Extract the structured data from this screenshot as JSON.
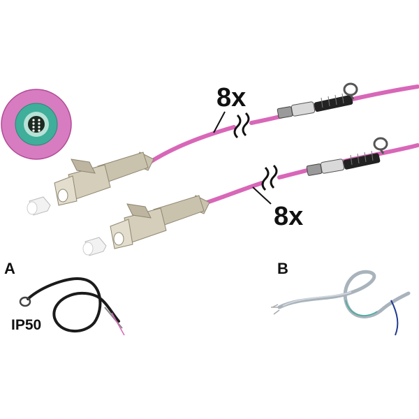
{
  "labels": {
    "count_top": "8x",
    "count_bottom": "8x",
    "variant_a": "A",
    "variant_b": "B",
    "protection_rating": "IP50"
  },
  "colors": {
    "cable": "#d867b8",
    "cable_dark": "#b24a96",
    "connector_body": "#c9c2ad",
    "connector_dark": "#a59d87",
    "cross_section_outer": "#d77cc0",
    "cross_section_mid": "#3fae9a",
    "cross_section_core": "#1d2a22"
  },
  "icons": [
    "fiber-cross-section-icon",
    "lc-connector-icon",
    "dust-cap-icon",
    "fan-out-connector-icon",
    "pulling-eye-icon",
    "break-mark-icon"
  ]
}
